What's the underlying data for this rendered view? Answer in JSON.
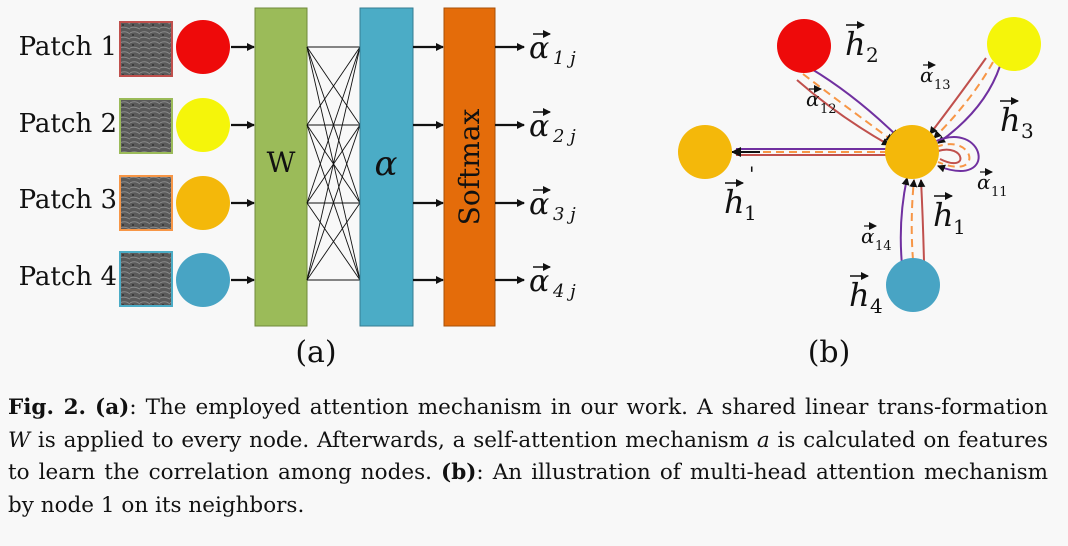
{
  "colors": {
    "red": "#ee0a0a",
    "yellow": "#f5f50a",
    "orange": "#f4b80a",
    "teal": "#48a4c4",
    "w_box": "#9bbb59",
    "alpha_box": "#4bacc6",
    "softmax_box": "#e46c0a",
    "purple_edge": "#7030a0",
    "orange_edge": "#f79646",
    "brown_edge": "#c0504d"
  },
  "panel_a": {
    "patches": [
      {
        "label": "Patch 1",
        "color": "#ee0a0a",
        "frame": "#c0504d",
        "output": "α",
        "sub": "1 j"
      },
      {
        "label": "Patch 2",
        "color": "#f5f50a",
        "frame": "#9bbb59",
        "output": "α",
        "sub": "2 j"
      },
      {
        "label": "Patch 3",
        "color": "#f4b80a",
        "frame": "#f79646",
        "output": "α",
        "sub": "3 j"
      },
      {
        "label": "Patch 4",
        "color": "#48a4c4",
        "frame": "#4bacc6",
        "output": "α",
        "sub": "4 j"
      }
    ],
    "w_label": "W",
    "alpha_label": "α",
    "softmax_label": "Softmax",
    "panel_label": "(a)"
  },
  "panel_b": {
    "panel_label": "(b)",
    "h2": {
      "main": "h",
      "sub": "2"
    },
    "h3": {
      "main": "h",
      "sub": "3"
    },
    "h1": {
      "main": "h",
      "sub": "1"
    },
    "h4": {
      "main": "h",
      "sub": "4"
    },
    "h1_prime": {
      "main": "h",
      "sub": "1",
      "prime": "'"
    },
    "a12": {
      "main": "α",
      "sub": "12"
    },
    "a13": {
      "main": "α",
      "sub": "13"
    },
    "a11": {
      "main": "α",
      "sub": "11"
    },
    "a14": {
      "main": "α",
      "sub": "14"
    }
  },
  "caption": {
    "fig": "Fig. 2.",
    "a_tag": "(a)",
    "part1": ": The employed attention mechanism in our work. A shared linear trans-formation ",
    "w_var": "W",
    "part2": " is applied to every node. Afterwards, a self-attention mechanism ",
    "a_var": "a",
    "part3": " is calculated on features to learn the correlation among nodes. ",
    "b_tag": "(b)",
    "part4": ": An illustration of multi-head attention mechanism by node 1 on its neighbors."
  }
}
